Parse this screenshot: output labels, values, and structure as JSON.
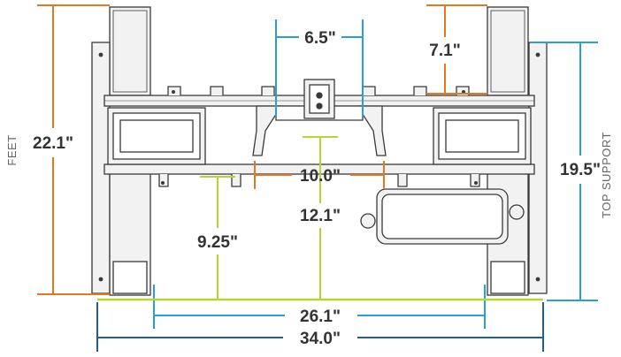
{
  "colors": {
    "orange": "#e07a22",
    "blue": "#2a9fd6",
    "navy": "#1e5f95",
    "lime": "#b8d432",
    "frame_stroke": "#3a3a3a",
    "frame_fill": "#f2f2f2",
    "text": "#333333",
    "side_text": "#666666"
  },
  "labels": {
    "feet_side": "FEET",
    "top_support_side": "TOP SUPPORT"
  },
  "dimensions": {
    "feet": "22.1\"",
    "top_support": "19.5\"",
    "crossbar_width": "6.5\"",
    "upper_offset": "7.1\"",
    "brace_width": "10.0\"",
    "center_height": "12.1\"",
    "left_height": "9.25\"",
    "inner_width": "26.1\"",
    "overall_width": "34.0\""
  }
}
